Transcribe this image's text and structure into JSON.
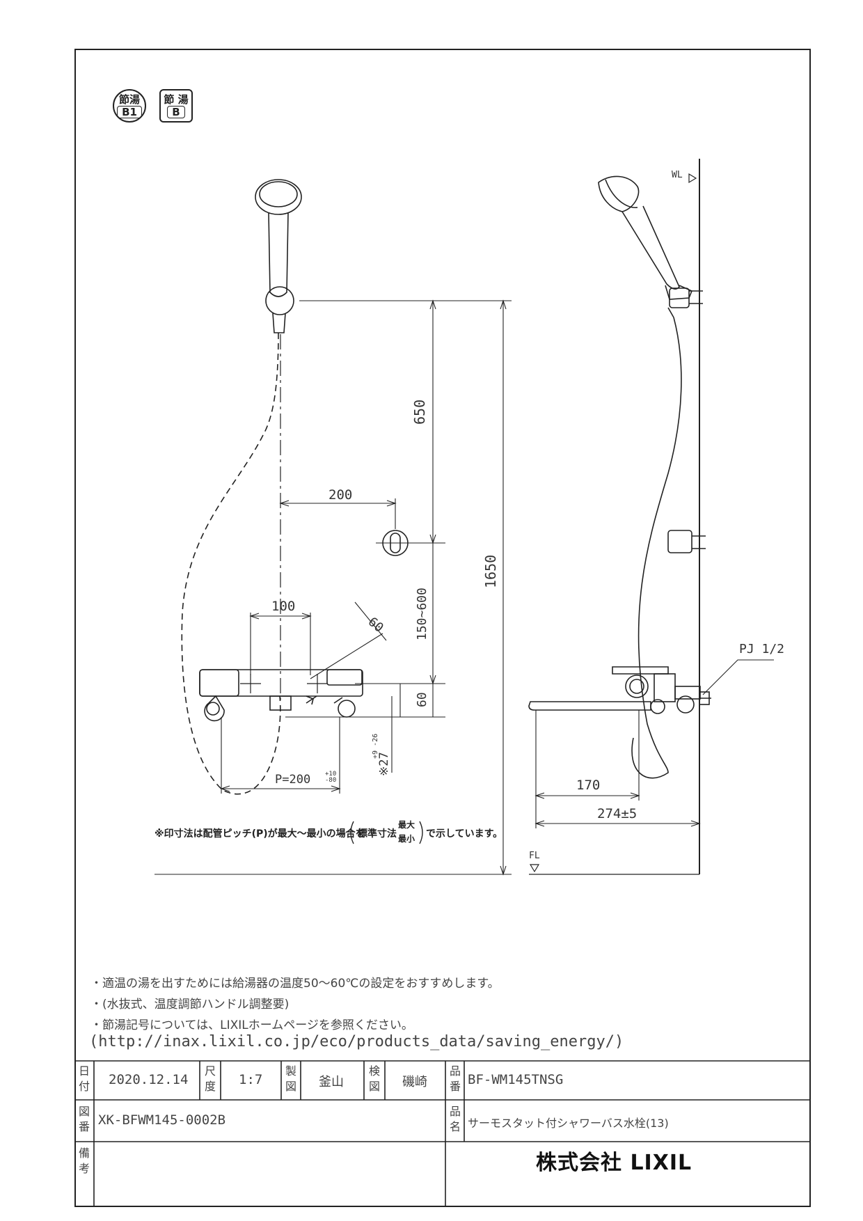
{
  "badges": [
    {
      "top": "節湯",
      "code": "B1"
    },
    {
      "top": "節 湯",
      "code": "B"
    }
  ],
  "dimensions": {
    "d650": "650",
    "d1650": "1650",
    "d200": "200",
    "d100": "100",
    "d60_angle": "60",
    "d150_600": "150~600",
    "d60": "60",
    "d27": "※27",
    "d27_tol": "+9 -26",
    "pitch": "P=200",
    "pitch_tol": "+10 -80",
    "d170": "170",
    "d274": "274±5",
    "wl": "WL",
    "fl": "FL",
    "pj": "PJ 1/2"
  },
  "footnote": {
    "prefix": "※印寸法は配管ピッチ(P)が最大～最小の場合を",
    "bracket": "標準寸法",
    "max": "最大",
    "min": "最小",
    "suffix": "で示しています。"
  },
  "notes": [
    "・適温の湯を出すためには給湯器の温度50～60℃の設定をおすすめします。",
    "・(水抜式、温度調節ハンドル調整要)",
    "・節湯記号については、LIXILホームページを参照ください。",
    "(http://inax.lixil.co.jp/eco/products_data/saving_energy/)"
  ],
  "title_block": {
    "date_label": "日付",
    "date": "2020.12.14",
    "scale_label": "尺度",
    "scale": "1:7",
    "drawn_label": "製図",
    "drawn_by": "釜山",
    "checked_label": "検図",
    "checked_by": "磯崎",
    "part_no_label": "品番",
    "part_no": "BF-WM145TNSG",
    "drawing_no_label": "図番",
    "drawing_no": "XK-BFWM145-0002B",
    "part_name_label": "品名",
    "part_name": "サーモスタット付シャワーバス水栓(13)",
    "remarks_label": "備考",
    "remarks": "",
    "company": "株式会社 LIXIL"
  }
}
